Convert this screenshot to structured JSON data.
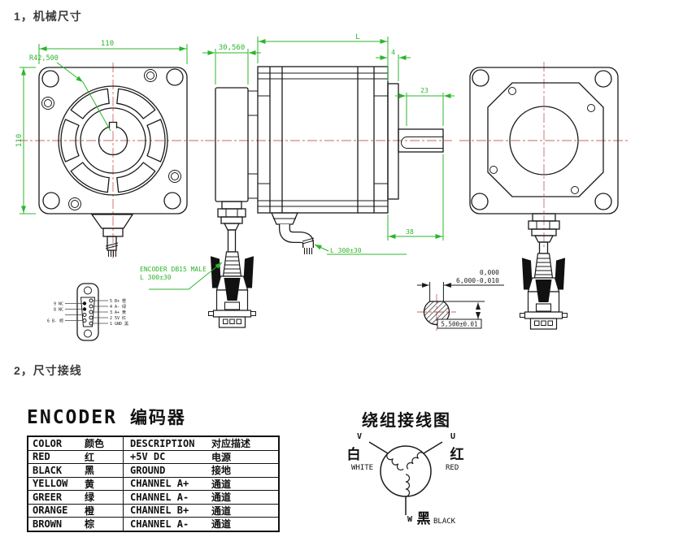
{
  "sections": {
    "s1": "1，机械尺寸",
    "s2": "2，尺寸接线"
  },
  "front_view": {
    "dim_top": "110",
    "dim_left": "110",
    "radius_label": "R42,500"
  },
  "side_view": {
    "dim_housing": "30,560",
    "dim_body": "L",
    "dim_flange": "4",
    "dim_shaft_len": "23",
    "dim_rear": "38",
    "cable_note": "L 300±30",
    "db15_note1": "ENCODER DB15 MALE",
    "db15_note2": "L 300±30"
  },
  "pinout": {
    "right": [
      "5 B+ 橙",
      "4 A- 绿",
      "3 A+ 黄",
      "2 5V 红",
      "1 GND 黑"
    ],
    "left": [
      "9 NC",
      "8 NC",
      "",
      "6 B- 棕"
    ]
  },
  "shaft_detail": {
    "tol_line1": "0,000",
    "tol_line2": "6,000-0,010",
    "flat_dim": "5,500±0.01"
  },
  "encoder_table": {
    "title_en": "ENCODER",
    "title_cn": "编码器",
    "header": {
      "color_en": "COLOR",
      "color_cn": "颜色",
      "desc_en": "DESCRIPTION",
      "desc_cn": "对应描述"
    },
    "rows": [
      {
        "color_en": "RED",
        "color_cn": "红",
        "desc_en": "+5V DC",
        "desc_cn": "电源"
      },
      {
        "color_en": "BLACK",
        "color_cn": "黑",
        "desc_en": "GROUND",
        "desc_cn": "接地"
      },
      {
        "color_en": "YELLOW",
        "color_cn": "黄",
        "desc_en": "CHANNEL A+",
        "desc_cn": "通道"
      },
      {
        "color_en": "GREER",
        "color_cn": "绿",
        "desc_en": "CHANNEL A-",
        "desc_cn": "通道"
      },
      {
        "color_en": "ORANGE",
        "color_cn": "橙",
        "desc_en": "CHANNEL B+",
        "desc_cn": "通道"
      },
      {
        "color_en": "BROWN",
        "color_cn": "棕",
        "desc_en": "CHANNEL A-",
        "desc_cn": "通道"
      }
    ]
  },
  "winding": {
    "title": "绕组接线图",
    "v": "V",
    "u": "U",
    "w": "W",
    "white_cn": "白",
    "white_en": "WHITE",
    "red_cn": "红",
    "red_en": "RED",
    "black_cn": "黑",
    "black_en": "BLACK"
  },
  "colors": {
    "dim_green": "#2cb52c",
    "centerline_red": "#cc6666",
    "ink": "#1a1a1a"
  }
}
